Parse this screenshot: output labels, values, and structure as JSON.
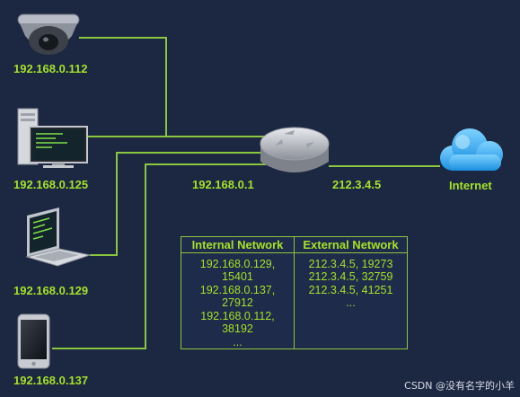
{
  "devices": {
    "camera_ip": "192.168.0.112",
    "desktop_ip": "192.168.0.125",
    "laptop_ip": "192.168.0.129",
    "phone_ip": "192.168.0.137",
    "router_ip": "192.168.0.1",
    "public_ip": "212.3.4.5",
    "internet_label": "Internet"
  },
  "nat_table": {
    "headers": [
      "Internal Network",
      "External Network"
    ],
    "internal": [
      "192.168.0.129, 15401",
      "192.168.0.137, 27912",
      "192.168.0.112, 38192",
      "..."
    ],
    "external": [
      "212.3.4.5, 19273",
      "212.3.4.5, 32759",
      "212.3.4.5, 41251",
      "..."
    ]
  },
  "watermark": "CSDN @没有名字的小羊",
  "colors": {
    "background": "#1c2742",
    "accent": "#a4e22a",
    "line": "#8cc63f"
  }
}
